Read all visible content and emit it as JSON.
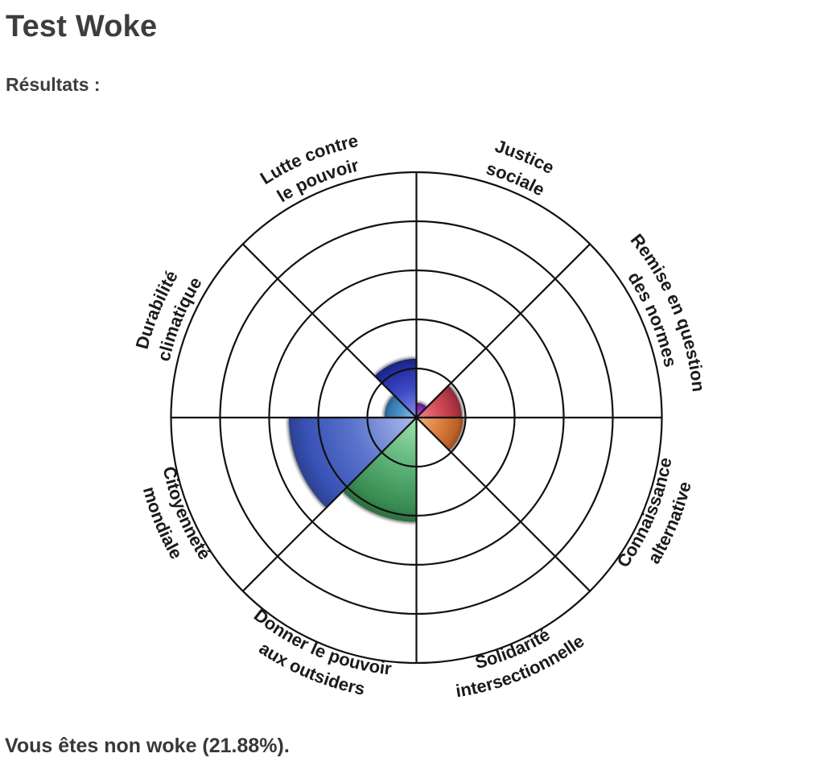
{
  "header": {
    "title": "Test Woke",
    "results_label": "Résultats :"
  },
  "result": {
    "text": "Vous êtes non woke (21.88%)."
  },
  "chart_data": {
    "type": "polar-area",
    "title": "",
    "legend_position": "none",
    "max_value": 100,
    "overall_score_percent": 21.88,
    "grid": {
      "rings": 5,
      "spokes_deg": [
        0,
        45,
        90,
        135
      ],
      "line_color": "#101010",
      "line_width": 2.2
    },
    "categories": [
      {
        "label": "Justice sociale",
        "label_lines": [
          "Justice",
          "sociale"
        ],
        "slug": "justice-sociale",
        "value": 6,
        "start_angle": 45,
        "end_angle": 90,
        "label_angle": 67.5,
        "color": {
          "light": "#c36ad9",
          "base": "#9c31c6",
          "dark": "#6f1f96"
        }
      },
      {
        "label": "Remise en question des normes",
        "label_lines": [
          "Remise en question",
          "des normes"
        ],
        "slug": "remise-en-question-des-normes",
        "value": 18.5,
        "start_angle": 0,
        "end_angle": 45,
        "label_angle": 22.5,
        "color": {
          "light": "#e8868e",
          "base": "#d44f5a",
          "dark": "#ab3340"
        }
      },
      {
        "label": "Connaissance alternative",
        "label_lines": [
          "Connaissance",
          "alternative"
        ],
        "slug": "connaissance-alternative",
        "value": 19,
        "start_angle": -45,
        "end_angle": 0,
        "label_angle": -22.5,
        "color": {
          "light": "#f0b078",
          "base": "#de8142",
          "dark": "#bc6228"
        }
      },
      {
        "label": "Solidarité intersectionnelle",
        "label_lines": [
          "Solidarité",
          "intersectionnelle"
        ],
        "slug": "solidarite-intersectionnelle",
        "value": 0,
        "start_angle": -90,
        "end_angle": -45,
        "label_angle": -67.5,
        "color": null
      },
      {
        "label": "Donner le pouvoir aux outsiders",
        "label_lines": [
          "Donner le pouvoir",
          "aux outsiders"
        ],
        "slug": "donner-le-pouvoir-aux-outsiders",
        "value": 42.5,
        "start_angle": -135,
        "end_angle": -90,
        "label_angle": -112.5,
        "color": {
          "light": "#9fe2ad",
          "base": "#5cb176",
          "dark": "#378a50"
        }
      },
      {
        "label": "Citoyenneté mondiale",
        "label_lines": [
          "Citoyenneté",
          "mondiale"
        ],
        "slug": "citoyennete-mondiale",
        "value": 52,
        "start_angle": -180,
        "end_angle": -135,
        "label_angle": -157.5,
        "color": {
          "light": "#b0bdec",
          "base": "#5b74cb",
          "dark": "#3751b4"
        }
      },
      {
        "label": "Durabilité climatique",
        "label_lines": [
          "Durabilité",
          "climatique"
        ],
        "slug": "durabilite-climatique",
        "value": 13,
        "start_angle": 135,
        "end_angle": 180,
        "label_angle": 157.5,
        "color": {
          "light": "#93c4e8",
          "base": "#5295cb",
          "dark": "#3376ad"
        }
      },
      {
        "label": "Lutte contre le pouvoir",
        "label_lines": [
          "Lutte contre",
          "le pouvoir"
        ],
        "slug": "lutte-contre-le-pouvoir",
        "value": 24,
        "start_angle": 90,
        "end_angle": 135,
        "label_angle": 112.5,
        "color": {
          "light": "#8690e2",
          "base": "#3e49c6",
          "dark": "#222d9c"
        }
      }
    ]
  }
}
